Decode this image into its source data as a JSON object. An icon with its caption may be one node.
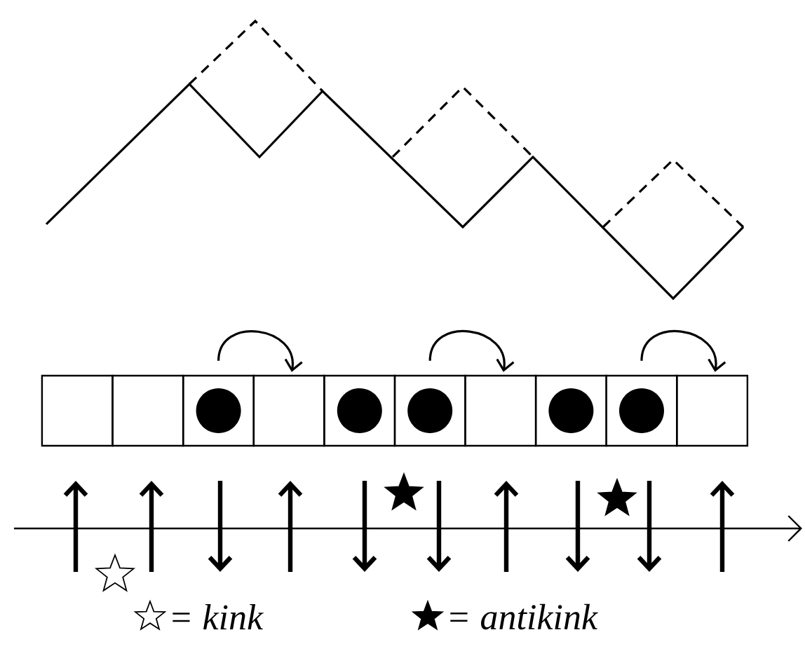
{
  "diagram": {
    "nodes": [
      {
        "text": [],
        "shape": "box"
      },
      {
        "text": [],
        "shape": "box"
      },
      {
        "text": [],
        "shape": "box"
      },
      {
        "text": [],
        "shape": "box"
      },
      {
        "text": [],
        "shape": "box"
      },
      {
        "text": [],
        "shape": "box"
      },
      {
        "text": [],
        "shape": "box"
      },
      {
        "text": [],
        "shape": "box"
      },
      {
        "text": [],
        "shape": "box"
      },
      {
        "text": [],
        "shape": "box"
      }
    ],
    "edges": [
      {
        "from": 2,
        "to": 3,
        "arrow": "to"
      },
      {
        "from": 5,
        "to": 6,
        "arrow": "to"
      },
      {
        "from": 8,
        "to": 9,
        "arrow": "to"
      }
    ],
    "legend": [
      {
        "text": "= kink"
      },
      {
        "text": "= antikink"
      }
    ]
  }
}
